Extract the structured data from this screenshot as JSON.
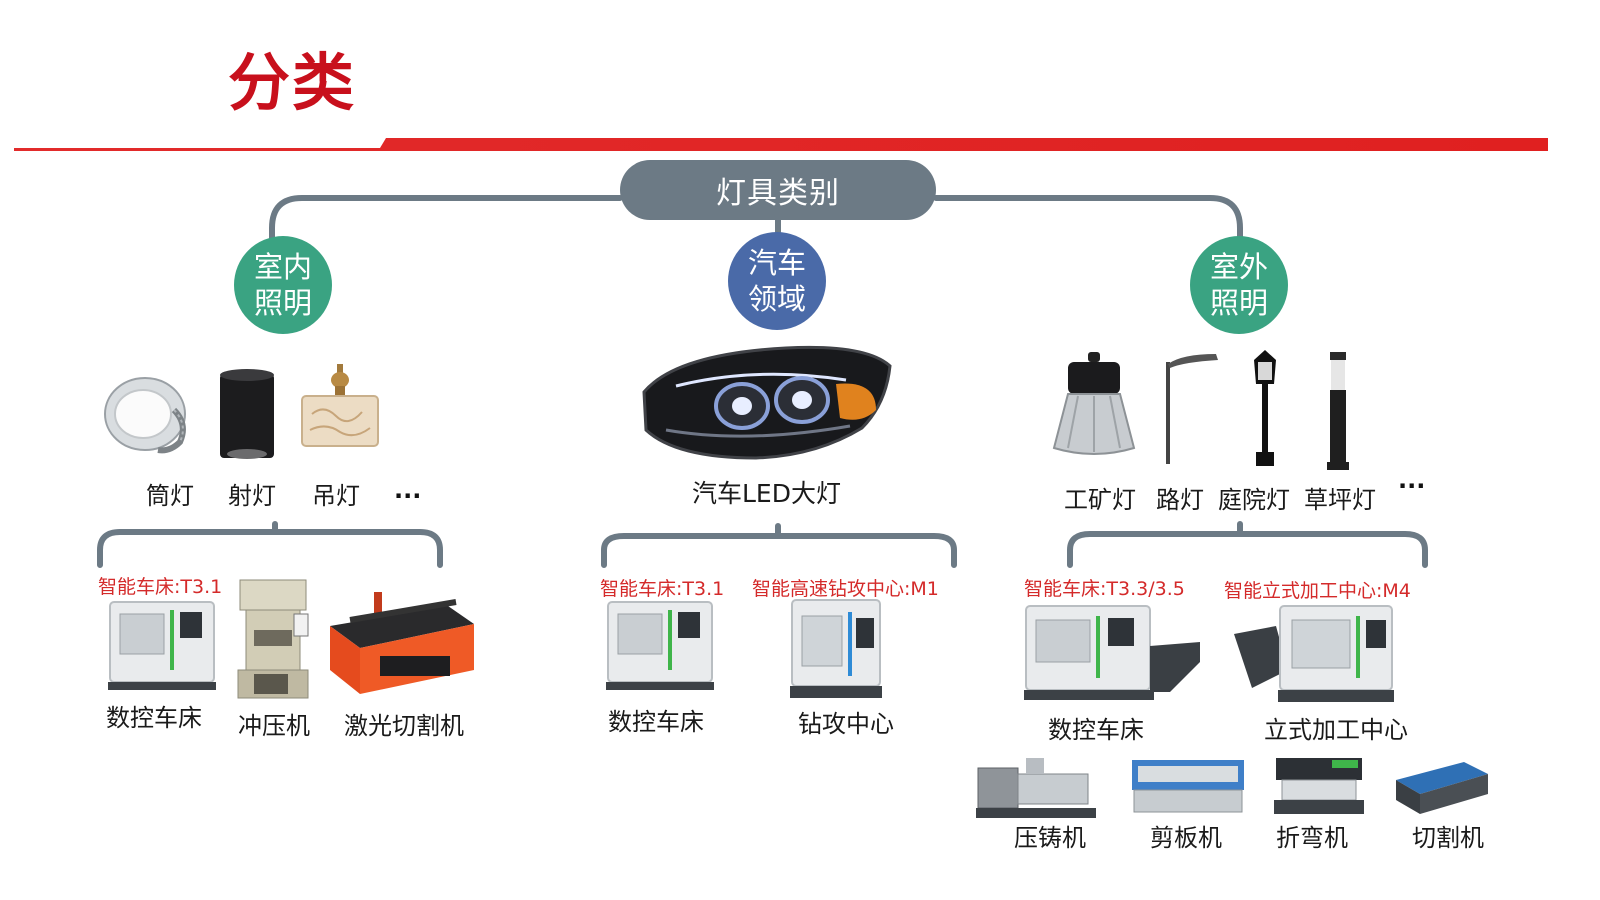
{
  "title": "分类",
  "root": {
    "label": "灯具类别"
  },
  "colors": {
    "title_red": "#c8101c",
    "rule_red": "#e02020",
    "root_gray": "#6c7a85",
    "branch_green": "#3aa382",
    "branch_blue": "#4a6aa8",
    "connector_gray": "#6c7a85",
    "machine_red": "#d42a2a"
  },
  "branches": {
    "indoor": {
      "line1": "室内",
      "line2": "照明",
      "lamps": [
        "筒灯",
        "射灯",
        "吊灯"
      ],
      "more": "...",
      "machines": {
        "lathe_model": "智能车床:T3.1",
        "items": [
          "数控车床",
          "冲压机",
          "激光切割机"
        ]
      }
    },
    "auto": {
      "line1": "汽车",
      "line2": "领域",
      "lamps": [
        "汽车LED大灯"
      ],
      "machines": {
        "lathe_model": "智能车床:T3.1",
        "drill_model": "智能高速钻攻中心:M1",
        "items": [
          "数控车床",
          "钻攻中心"
        ]
      }
    },
    "outdoor": {
      "line1": "室外",
      "line2": "照明",
      "lamps": [
        "工矿灯",
        "路灯",
        "庭院灯",
        "草坪灯"
      ],
      "more": "···",
      "machines": {
        "lathe_model": "智能车床:T3.3/3.5",
        "vmc_model": "智能立式加工中心:M4",
        "items": [
          "数控车床",
          "立式加工中心"
        ],
        "extra_items": [
          "压铸机",
          "剪板机",
          "折弯机",
          "切割机"
        ]
      }
    }
  }
}
